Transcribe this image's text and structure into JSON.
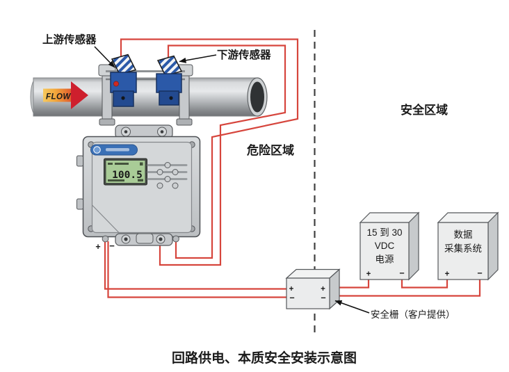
{
  "labels": {
    "upstream_sensor": "上游传感器",
    "downstream_sensor": "下游传感器",
    "hazardous_area": "危险区域",
    "safe_area": "安全区域",
    "safety_barrier_note": "安全栅（客户提供）",
    "flow": "FLOW"
  },
  "flowmeter": {
    "display_reading": "100.5"
  },
  "power_supply": {
    "lines": [
      "15 到 30",
      "VDC",
      "电源"
    ]
  },
  "daq": {
    "lines": [
      "数据",
      "采集系统"
    ]
  },
  "symbols": {
    "plus": "+",
    "minus": "−"
  },
  "caption": "回路供电、本质安全安装示意图",
  "colors": {
    "wire_red": "#d6453c",
    "caption_blue": "#1e63b5",
    "sensor_blue": "#2b59a8",
    "lcd_green": "#a9cc97",
    "flow_head_red": "#ce1f2d",
    "flow_tail_orange": "#f2a53a",
    "zone_divider": "#3f3f3f"
  }
}
